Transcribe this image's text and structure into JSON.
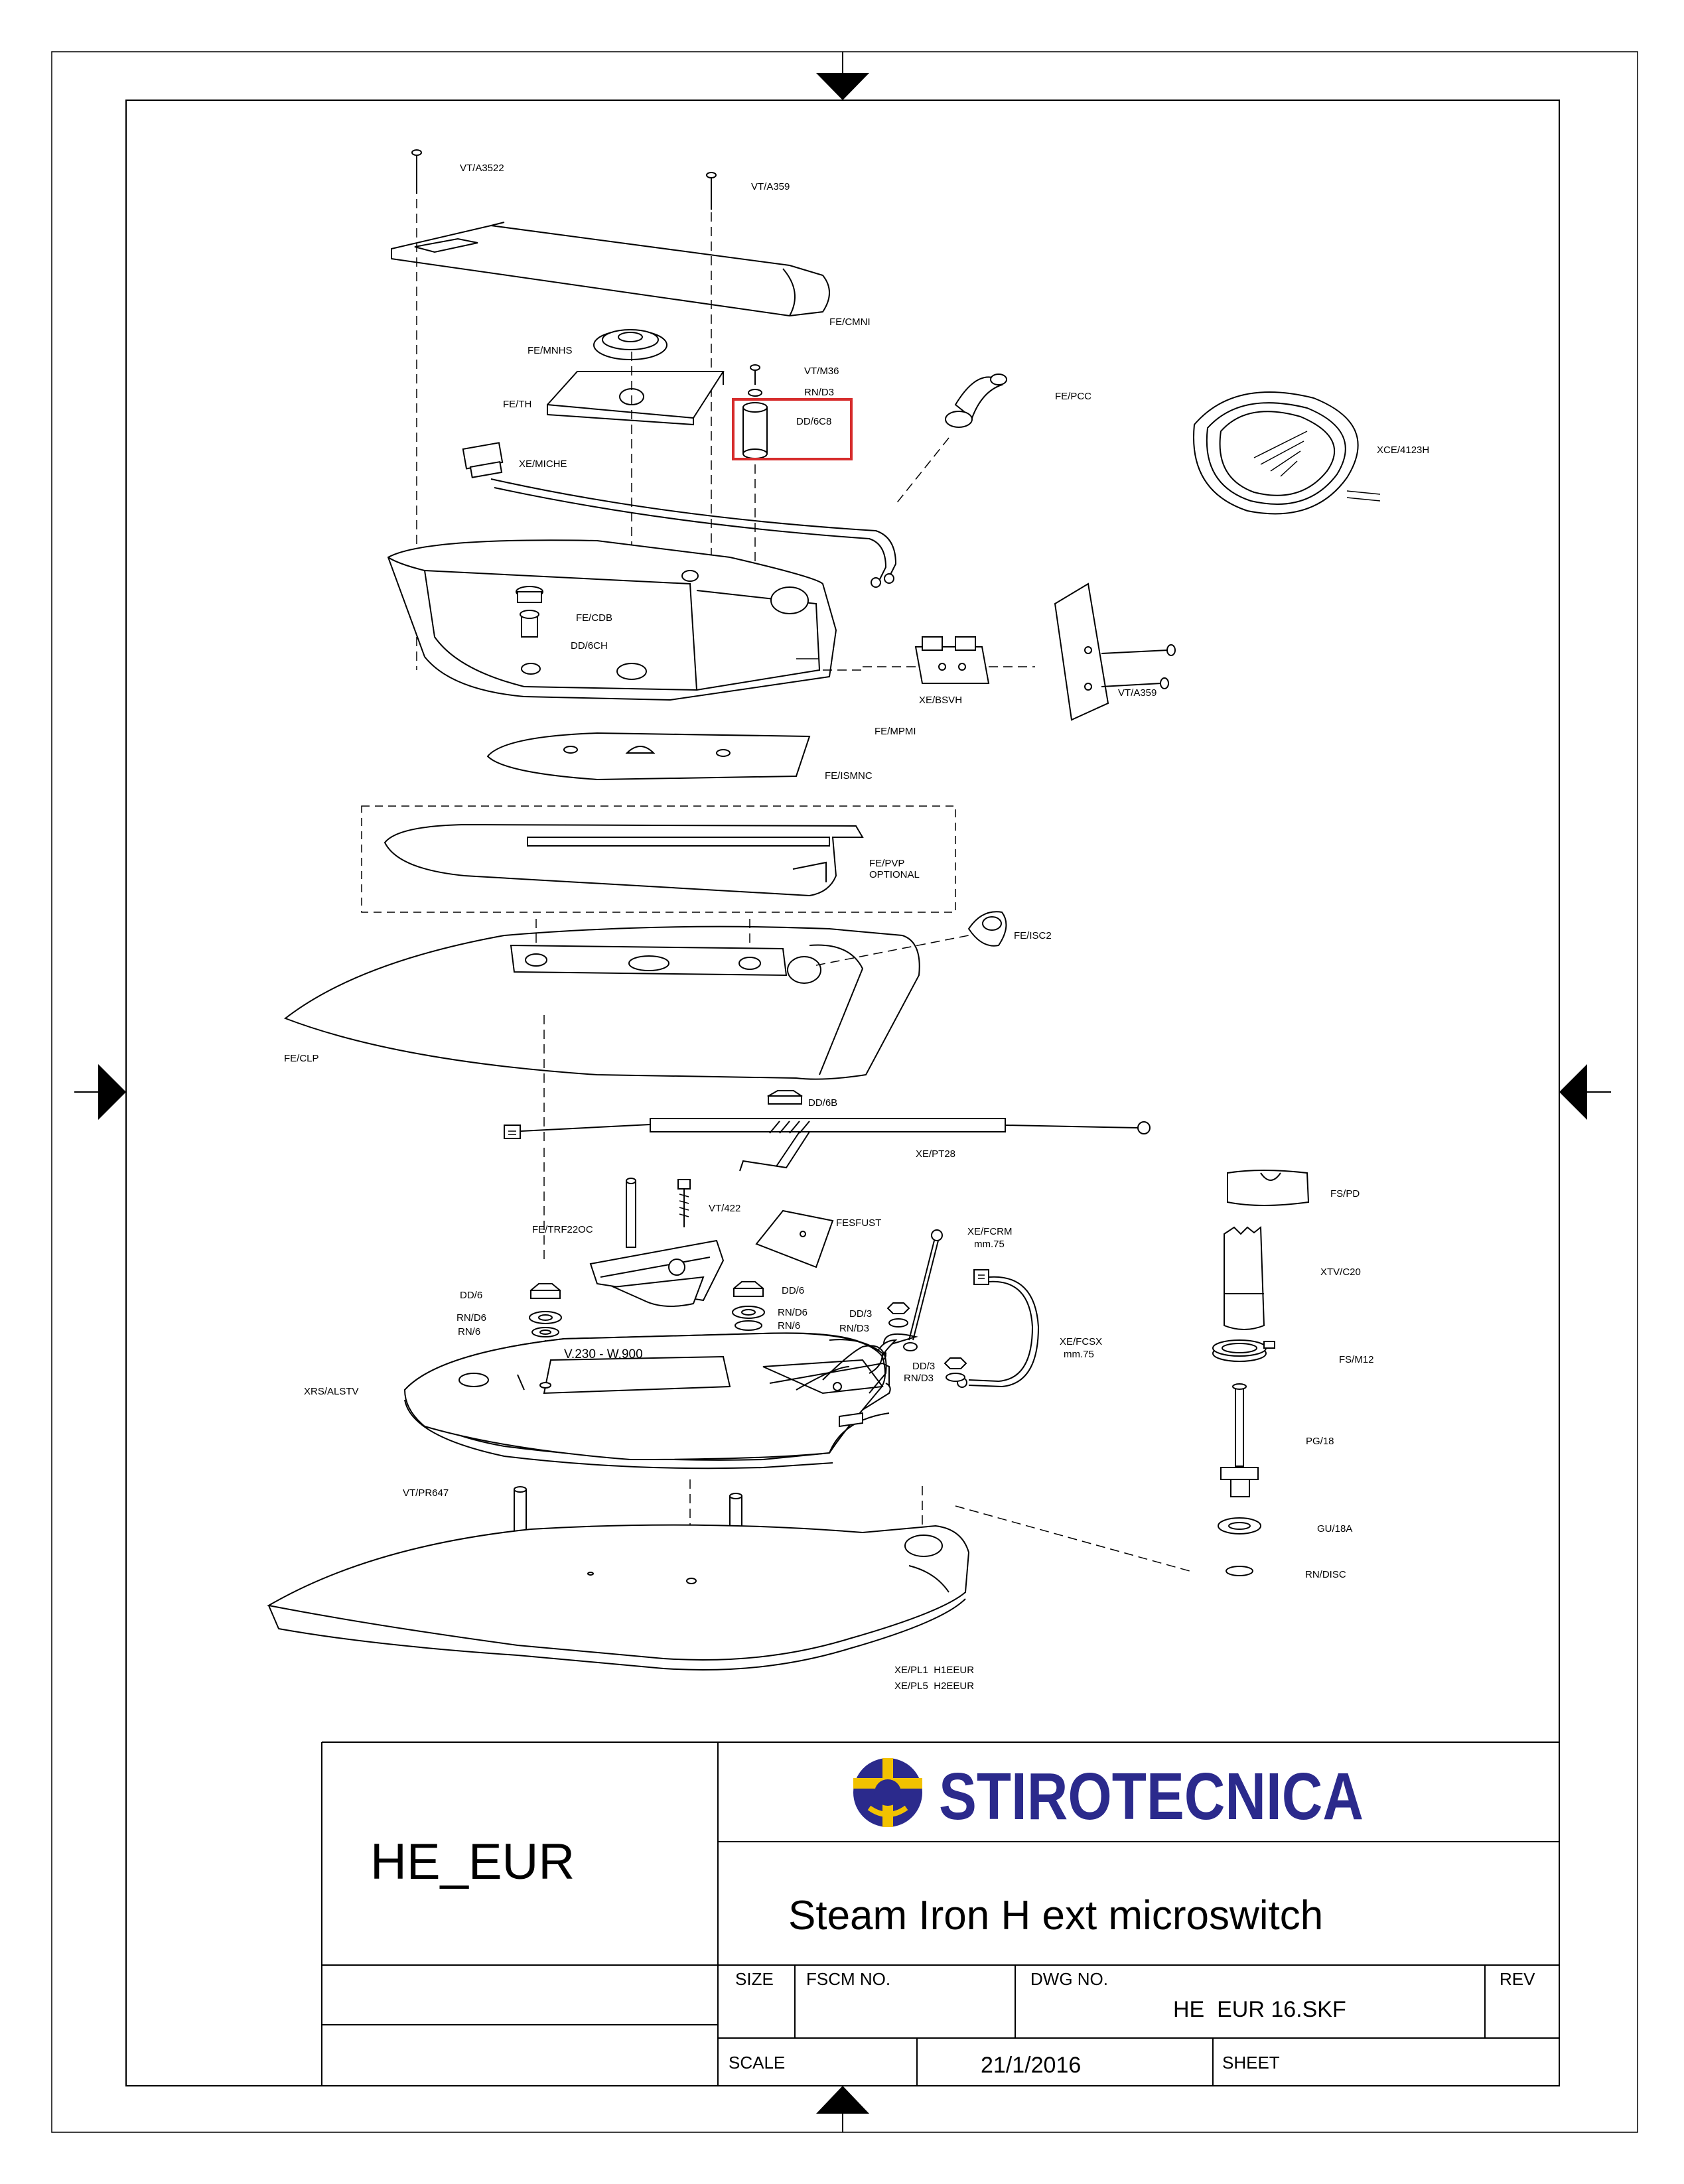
{
  "parts": [
    {
      "id": "vt-a3522",
      "code": "VT/A3522"
    },
    {
      "id": "vt-a359-top",
      "code": "VT/A359"
    },
    {
      "id": "fe-cmni",
      "code": "FE/CMNI"
    },
    {
      "id": "fe-mnhs",
      "code": "FE/MNHS"
    },
    {
      "id": "vt-m36",
      "code": "VT/M36"
    },
    {
      "id": "rn-d3-top",
      "code": "RN/D3"
    },
    {
      "id": "fe-pcc",
      "code": "FE/PCC"
    },
    {
      "id": "fe-th",
      "code": "FE/TH"
    },
    {
      "id": "dd-6c8",
      "code": "DD/6C8"
    },
    {
      "id": "xce-4123h",
      "code": "XCE/4123H"
    },
    {
      "id": "xe-miche",
      "code": "XE/MICHE"
    },
    {
      "id": "fe-cdb",
      "code": "FE/CDB"
    },
    {
      "id": "dd-6ch",
      "code": "DD/6CH"
    },
    {
      "id": "xe-bsvh",
      "code": "XE/BSVH"
    },
    {
      "id": "vt-a359-side",
      "code": "VT/A359"
    },
    {
      "id": "fe-mpmi",
      "code": "FE/MPMI"
    },
    {
      "id": "fe-ismnc",
      "code": "FE/ISMNC"
    },
    {
      "id": "fe-pvp",
      "code": "FE/PVP"
    },
    {
      "id": "optional",
      "code": "OPTIONAL"
    },
    {
      "id": "fe-isc2",
      "code": "FE/ISC2"
    },
    {
      "id": "fe-clp",
      "code": "FE/CLP"
    },
    {
      "id": "dd-6b",
      "code": "DD/6B"
    },
    {
      "id": "xe-pt28",
      "code": "XE/PT28"
    },
    {
      "id": "fs-pd",
      "code": "FS/PD"
    },
    {
      "id": "vt-422",
      "code": "VT/422"
    },
    {
      "id": "fe-trf22oc",
      "code": "FE/TRF22OC"
    },
    {
      "id": "fesfust",
      "code": "FESFUST"
    },
    {
      "id": "xe-fcrm",
      "code": "XE/FCRM"
    },
    {
      "id": "xe-fcrm-len",
      "code": "mm.75"
    },
    {
      "id": "xtv-c20",
      "code": "XTV/C20"
    },
    {
      "id": "dd-6-left",
      "code": "DD/6"
    },
    {
      "id": "dd-6-mid",
      "code": "DD/6"
    },
    {
      "id": "rn-d6-left",
      "code": "RN/D6"
    },
    {
      "id": "rn-6-left",
      "code": "RN/6"
    },
    {
      "id": "rn-d6-mid",
      "code": "RN/D6"
    },
    {
      "id": "rn-6-mid",
      "code": "RN/6"
    },
    {
      "id": "dd-3-a",
      "code": "DD/3"
    },
    {
      "id": "rn-d3-a",
      "code": "RN/D3"
    },
    {
      "id": "xe-fcsx",
      "code": "XE/FCSX"
    },
    {
      "id": "xe-fcsx-len",
      "code": "mm.75"
    },
    {
      "id": "voltage",
      "code": "V.230 - W.900"
    },
    {
      "id": "dd-3-b",
      "code": "DD/3"
    },
    {
      "id": "rn-d3-b",
      "code": "RN/D3"
    },
    {
      "id": "fs-m12",
      "code": "FS/M12"
    },
    {
      "id": "xrs-alstv",
      "code": "XRS/ALSTV"
    },
    {
      "id": "pg-18",
      "code": "PG/18"
    },
    {
      "id": "vt-pr647",
      "code": "VT/PR647"
    },
    {
      "id": "gu-18a",
      "code": "GU/18A"
    },
    {
      "id": "rn-disc",
      "code": "RN/DISC"
    },
    {
      "id": "xe-pl1",
      "code": "XE/PL1  H1EEUR"
    },
    {
      "id": "xe-pl5",
      "code": "XE/PL5  H2EEUR"
    }
  ],
  "title_block": {
    "model": "HE_EUR",
    "brand": "STIROTECNICA",
    "title": "Steam Iron H ext microswitch",
    "size_label": "SIZE",
    "fscm_label": "FSCM NO.",
    "dwg_label": "DWG NO.",
    "dwg_value": "HE  EUR 16.SKF",
    "rev_label": "REV",
    "scale_label": "SCALE",
    "date": "21/1/2016",
    "sheet_label": "SHEET"
  },
  "colors": {
    "ink": "#000000",
    "highlight": "#d62c2c",
    "brand_blue": "#2b2a8c",
    "brand_yellow": "#f2c200"
  },
  "highlighted_part": "dd-6c8"
}
